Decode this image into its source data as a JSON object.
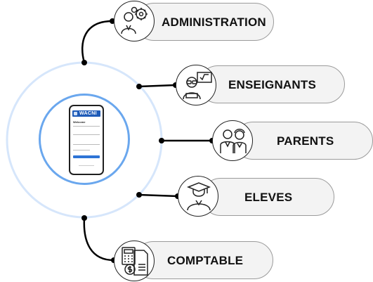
{
  "center": {
    "app_name": "WACNI",
    "welcome_text": "Welcome",
    "accent_color": "#6aa7ee",
    "brand_color": "#1e5bb8"
  },
  "roles": [
    {
      "label": "ADMINISTRATION",
      "icon": "admin-gears-icon"
    },
    {
      "label": "ENSEIGNANTS",
      "icon": "teacher-board-icon"
    },
    {
      "label": "PARENTS",
      "icon": "parents-couple-icon"
    },
    {
      "label": "ELEVES",
      "icon": "graduate-student-icon"
    },
    {
      "label": "COMPTABLE",
      "icon": "accounting-calculator-icon"
    }
  ],
  "colors": {
    "outer_ring": "#d6e6fb",
    "pill_fill": "#f3f3f3",
    "pill_border": "#9b9b9b",
    "connector": "#000000"
  }
}
